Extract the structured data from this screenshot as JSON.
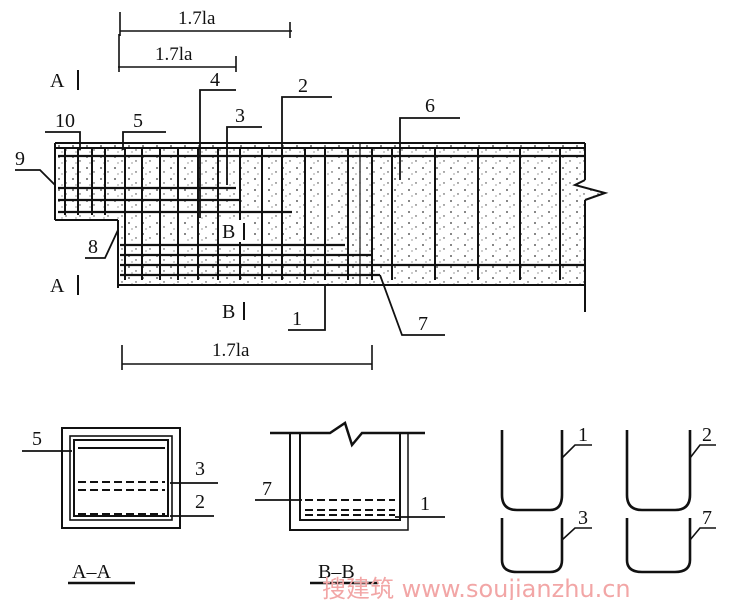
{
  "dimensions": {
    "top": "1.7la",
    "middle": "1.7la",
    "bottom": "1.7la"
  },
  "section_marks": {
    "a": "A",
    "b": "B"
  },
  "callouts": {
    "c1": "1",
    "c2": "2",
    "c3": "3",
    "c4": "4",
    "c5": "5",
    "c6": "6",
    "c7": "7",
    "c8": "8",
    "c9": "9",
    "c10": "10"
  },
  "sections": {
    "aa": {
      "title": "A–A",
      "labels": [
        "5",
        "3",
        "2"
      ]
    },
    "bb": {
      "title": "B–B",
      "labels": [
        "7",
        "1"
      ]
    }
  },
  "bar_shapes": [
    "1",
    "2",
    "3",
    "7"
  ],
  "watermark": "搜建筑 www.soujianzhu.cn"
}
